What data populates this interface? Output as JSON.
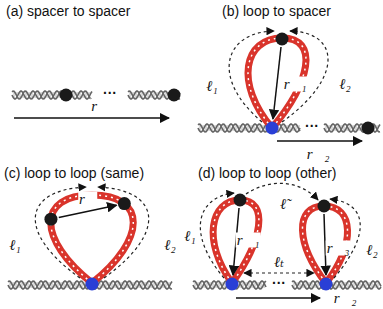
{
  "diagram": {
    "labels": [
      "(a) spacer to spacer",
      "···",
      "r⃗",
      "(b) loop to spacer",
      "ℓ₁",
      "ℓ₂",
      "r⃗₁",
      "···",
      "r⃗₂",
      "(c) loop to loop (same)",
      "ℓ₁",
      "r⃗",
      "ℓ₂",
      "(d) loop to loop (other)",
      "ℓ₁",
      "r⃗₁",
      "ℓ̃",
      "r⃗₃",
      "ℓₜ",
      "ℓ₂",
      "···",
      "r⃗₂"
    ]
  }
}
